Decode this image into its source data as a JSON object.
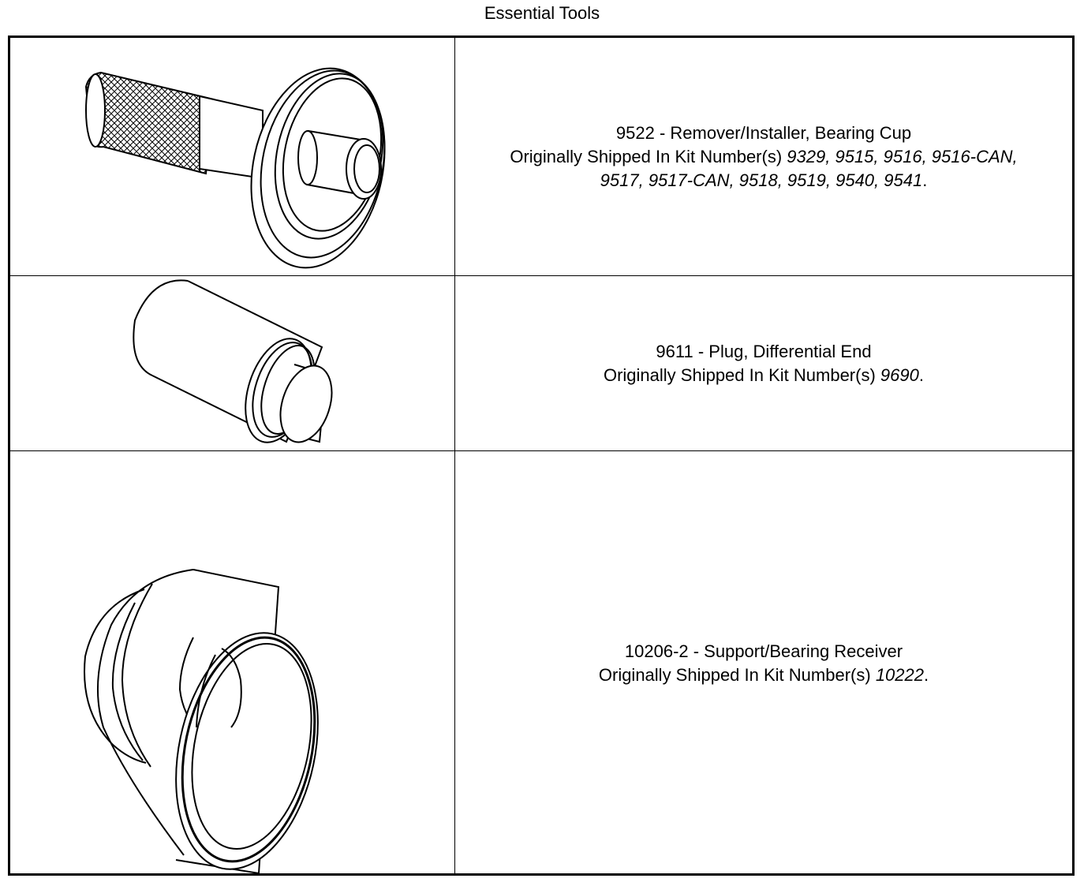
{
  "page_title": "Essential Tools",
  "tools": [
    {
      "name": "9522 - Remover/Installer, Bearing Cup",
      "kit_prefix": "Originally Shipped In Kit Number(s)",
      "kit_line1": "9329, 9515, 9516, 9516-CAN,",
      "kit_line2": "9517, 9517-CAN, 9518, 9519, 9540, 9541",
      "suffix": "."
    },
    {
      "name": "9611 - Plug, Differential End",
      "kit_prefix": "Originally Shipped In Kit Number(s)",
      "kits": "9690",
      "suffix": "."
    },
    {
      "name": "10206-2 - Support/Bearing Receiver",
      "kit_prefix": "Originally Shipped In Kit Number(s)",
      "kits": "10222",
      "suffix": "."
    }
  ]
}
